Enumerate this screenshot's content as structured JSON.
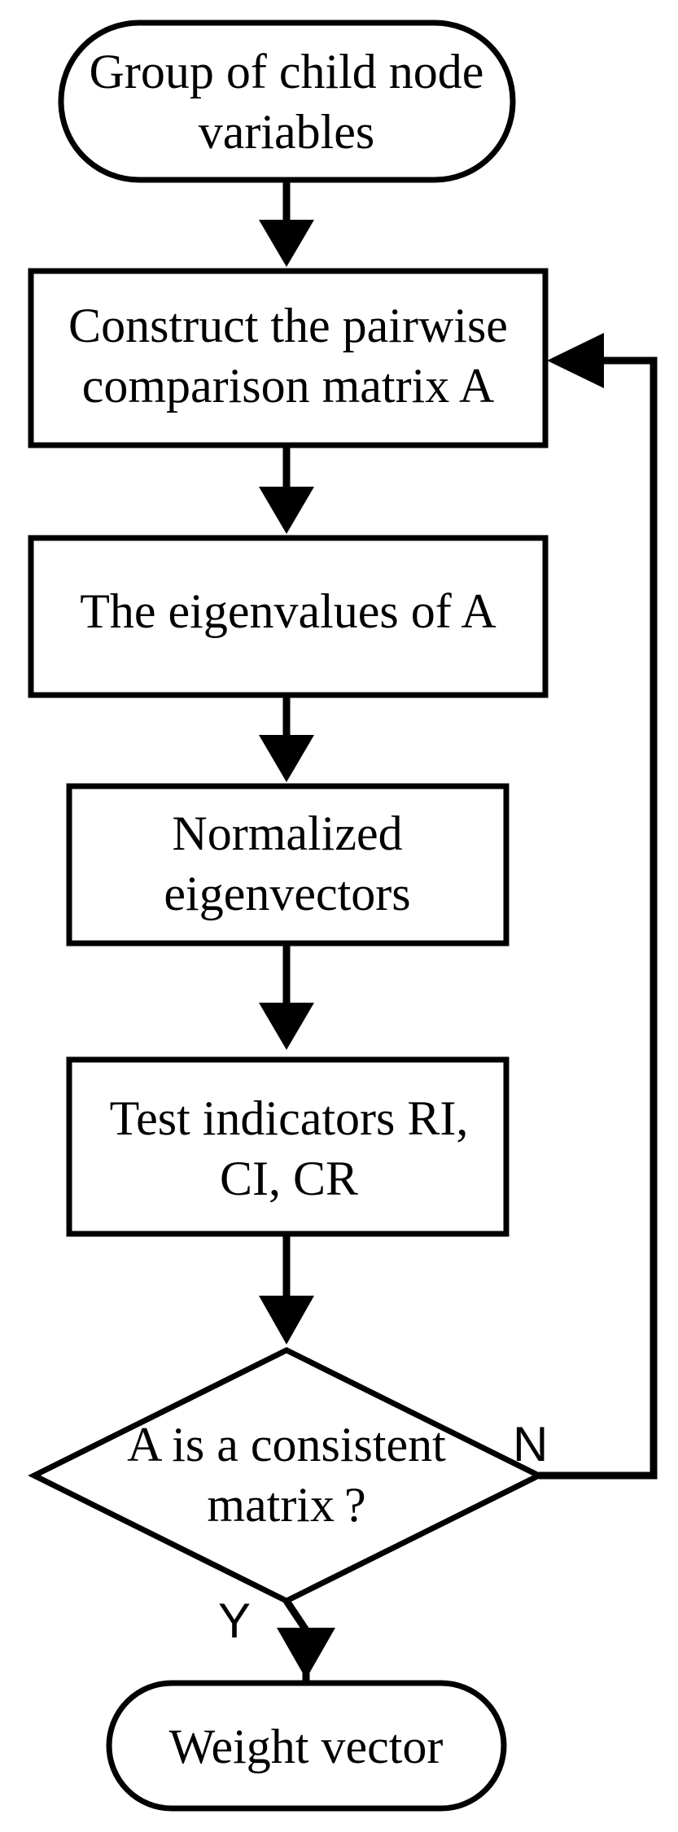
{
  "flowchart": {
    "start": {
      "line1": "Group of child node",
      "line2": "variables"
    },
    "step_construct": {
      "line1": "Construct the pairwise",
      "line2": "comparison matrix A"
    },
    "step_eigenvalues": {
      "line1": "The eigenvalues of A"
    },
    "step_normalized": {
      "line1": "Normalized",
      "line2": "eigenvectors"
    },
    "step_test": {
      "line1": "Test indicators RI,",
      "line2": "CI, CR"
    },
    "decision": {
      "line1": "A is a consistent",
      "line2": "matrix ?"
    },
    "branch_no": "N",
    "branch_yes": "Y",
    "end": {
      "line1": "Weight vector"
    }
  }
}
